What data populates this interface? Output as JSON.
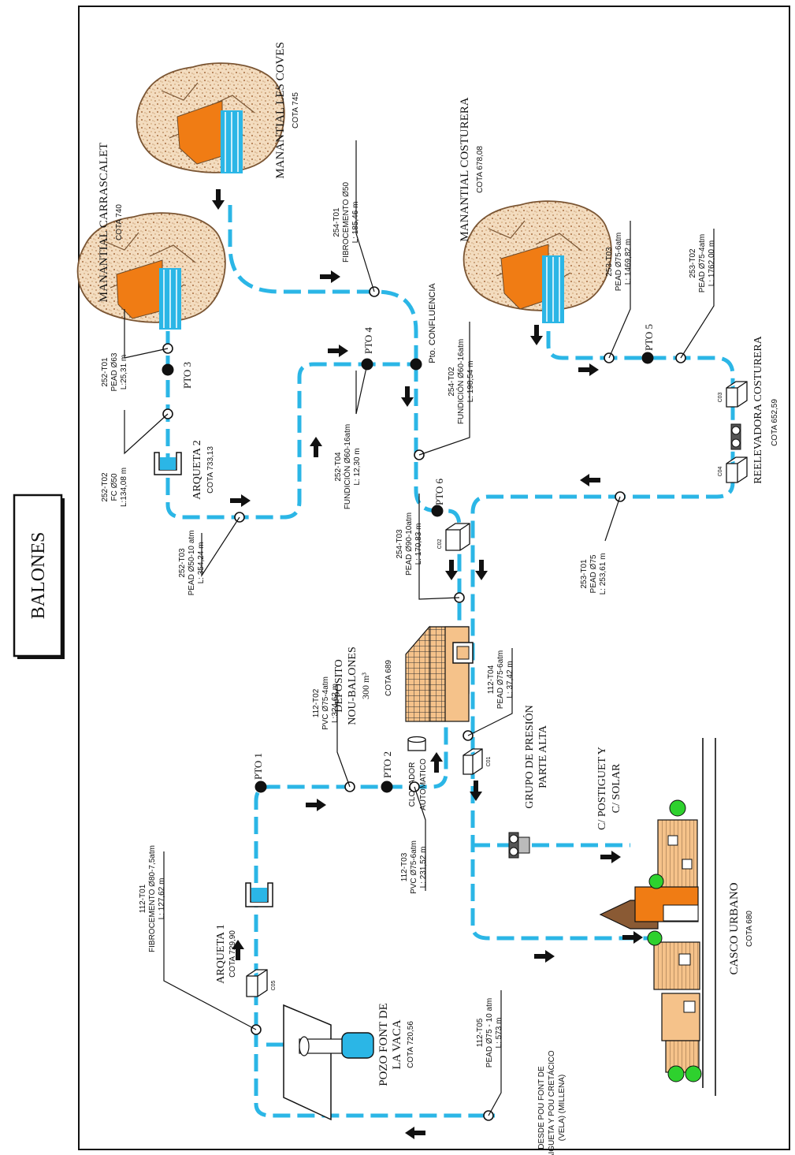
{
  "title": "BALONES",
  "sources": {
    "carrascalet": {
      "name": "MANANTIAL CARRASCALET",
      "cota": "COTA 740"
    },
    "les_coves": {
      "name": "MANANTIAL LES COVES",
      "cota": "COTA 745"
    },
    "costurera": {
      "name": "MANANTIAL COSTURERA",
      "cota": "COTA 678,08"
    },
    "pozo": {
      "name1": "POZO FONT DE",
      "name2": "LA VACA",
      "cota": "COTA 720,56"
    }
  },
  "structures": {
    "arqueta2": {
      "name": "ARQUETA 2",
      "cota": "COTA 733,13"
    },
    "arqueta1": {
      "name": "ARQUETA 1",
      "cota": "COTA 729,90"
    },
    "deposito": {
      "name1": "DEPOSITO",
      "name2": "NOU-BALONES",
      "volume": "300 m³",
      "cota": "COTA 689"
    },
    "clorador": {
      "line1": "CLORADOR",
      "line2": "AUTOMATICO"
    },
    "reelevadora": {
      "name": "REELEVADORA COSTURERA",
      "cota": "COTA 652,59"
    },
    "grupo_presion": {
      "line1": "GRUPO DE PRESIÓN",
      "line2": "PARTE ALTA"
    },
    "casco": {
      "name": "CASCO URBANO",
      "cota": "COTA 680"
    },
    "postiguet": {
      "line1": "C/ POSTIGUET Y",
      "line2": "C/ SOLAR"
    },
    "desde": {
      "line1": "DESDE POU FONT DE",
      "line2": "L'AIGUETA Y POU CRETÁCICO",
      "line3": "(VELA) (MILLENA)"
    }
  },
  "points": {
    "pto1": "PTO 1",
    "pto2": "PTO 2",
    "pto3": "PTO 3",
    "pto4": "PTO 4",
    "pto5": "PTO 5",
    "pto6": "PTO 6",
    "confluencia": "Pto. CONFLUENCIA"
  },
  "valves": {
    "c01": "C01",
    "c02": "C02",
    "c03": "C03",
    "c04": "C04",
    "c05": "C05"
  },
  "segments": {
    "s252_t01": {
      "code": "252-T01",
      "spec": "PEAD Ø63",
      "length": "L:25,31 m"
    },
    "s252_t02": {
      "code": "252-T02",
      "spec": "FC Ø50",
      "length": "L:134,08 m"
    },
    "s252_t03": {
      "code": "252-T03",
      "spec": "PEAD Ø50-10 atm",
      "length": "L: 354,24 m"
    },
    "s252_t04": {
      "code": "252-T04",
      "spec": "FUNDICIÓN Ø60-16atm",
      "length": "L: 12,30 m"
    },
    "s254_t01": {
      "code": "254-T01",
      "spec": "FIBROCEMENTO Ø50",
      "length": "L: 185,46 m"
    },
    "s254_t02": {
      "code": "254-T02",
      "spec": "FUNDICIÓN Ø60-16atm",
      "length": "L: 198,54 m"
    },
    "s254_t03": {
      "code": "254-T03",
      "spec": "PEAD Ø90-10atm",
      "length": "L: 170,83 m"
    },
    "s253_t01": {
      "code": "253-T01",
      "spec": "PEAD Ø75",
      "length": "L: 253,61 m"
    },
    "s253_t02": {
      "code": "253-T02",
      "spec": "PEAD Ø75-4atm",
      "length": "L: 1762,00 m"
    },
    "s253_t03": {
      "code": "253-T03",
      "spec": "PEAD Ø75-6atm",
      "length": "L: 1469,82 m"
    },
    "s112_t01": {
      "code": "112-T01",
      "spec": "FIBROCEMENTO Ø80-7,5atm",
      "length": "L: 127,62 m"
    },
    "s112_t02": {
      "code": "112-T02",
      "spec": "PVC Ø75-4atm",
      "length": "L:324,62 m"
    },
    "s112_t03": {
      "code": "112-T03",
      "spec": "PVC Ø75-6atm",
      "length": "L: 231,52 m"
    },
    "s112_t04": {
      "code": "112-T04",
      "spec": "PEAD Ø75-6atm",
      "length": "L: 37,42 m"
    },
    "s112_t05": {
      "code": "112-T05",
      "spec": "PEAD Ø75 - 10 atm",
      "length": "L: 573 m"
    }
  },
  "colors": {
    "pipe": "#2bb6e6",
    "rock": "#e8c49a",
    "orange": "#f07c14",
    "water": "#2bb6e6",
    "building": "#f5c28a",
    "tree": "#2ed12e"
  },
  "icons": {
    "rock": "spring-rock-icon",
    "valve": "valve-box-icon",
    "pump": "pump-icon",
    "tank": "tank-icon",
    "building": "building-icon"
  }
}
